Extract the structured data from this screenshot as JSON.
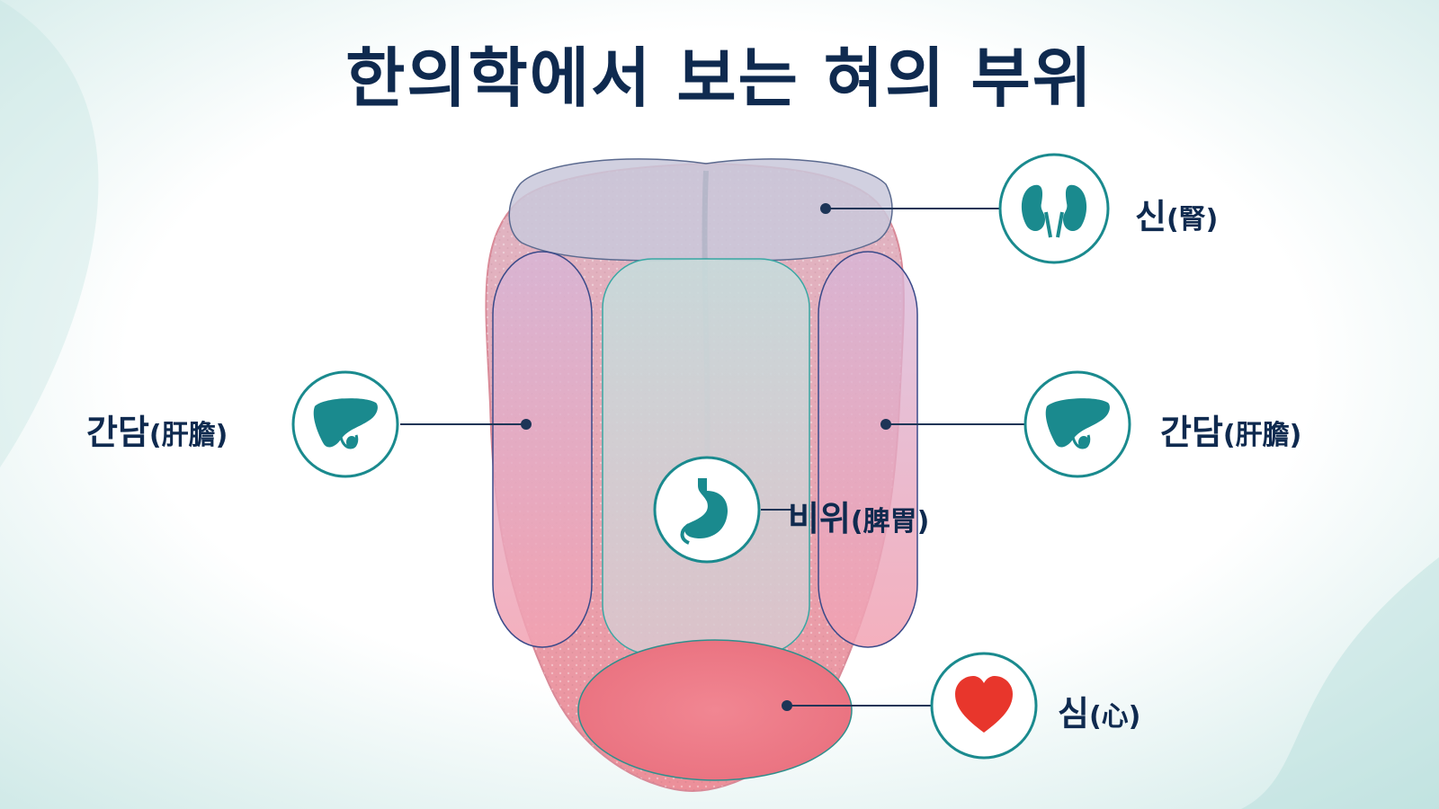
{
  "title": "한의학에서 보는 혀의 부위",
  "regions": {
    "kidney": {
      "name": "신",
      "hanja": "(腎)",
      "icon": "kidney-icon"
    },
    "liver_left": {
      "name": "간담",
      "hanja": "(肝膽)",
      "icon": "liver-gallbladder-icon"
    },
    "liver_right": {
      "name": "간담",
      "hanja": "(肝膽)",
      "icon": "liver-gallbladder-icon"
    },
    "stomach": {
      "name": "비위",
      "hanja": "(脾胃)",
      "icon": "stomach-icon"
    },
    "heart": {
      "name": "심",
      "hanja": "(心)",
      "icon": "heart-icon"
    }
  },
  "colors": {
    "title": "#0f2a4f",
    "accent_teal": "#1a8a8e",
    "connector": "#1d3557",
    "heart": "#e8362c",
    "tongue": "#e79aa5"
  }
}
